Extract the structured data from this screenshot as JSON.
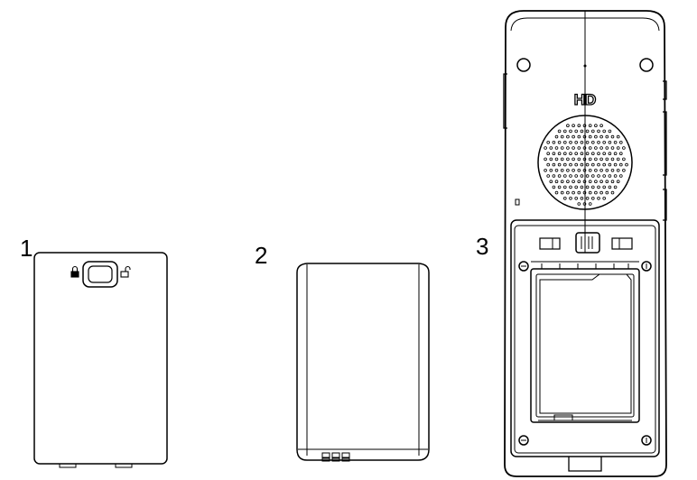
{
  "labels": {
    "item1": "1",
    "item2": "2",
    "item3": "3",
    "hd_logo": "HD"
  },
  "colors": {
    "line": "#000000",
    "background": "#ffffff"
  },
  "icons": {
    "lock": "lock-icon",
    "unlock": "unlock-icon"
  }
}
